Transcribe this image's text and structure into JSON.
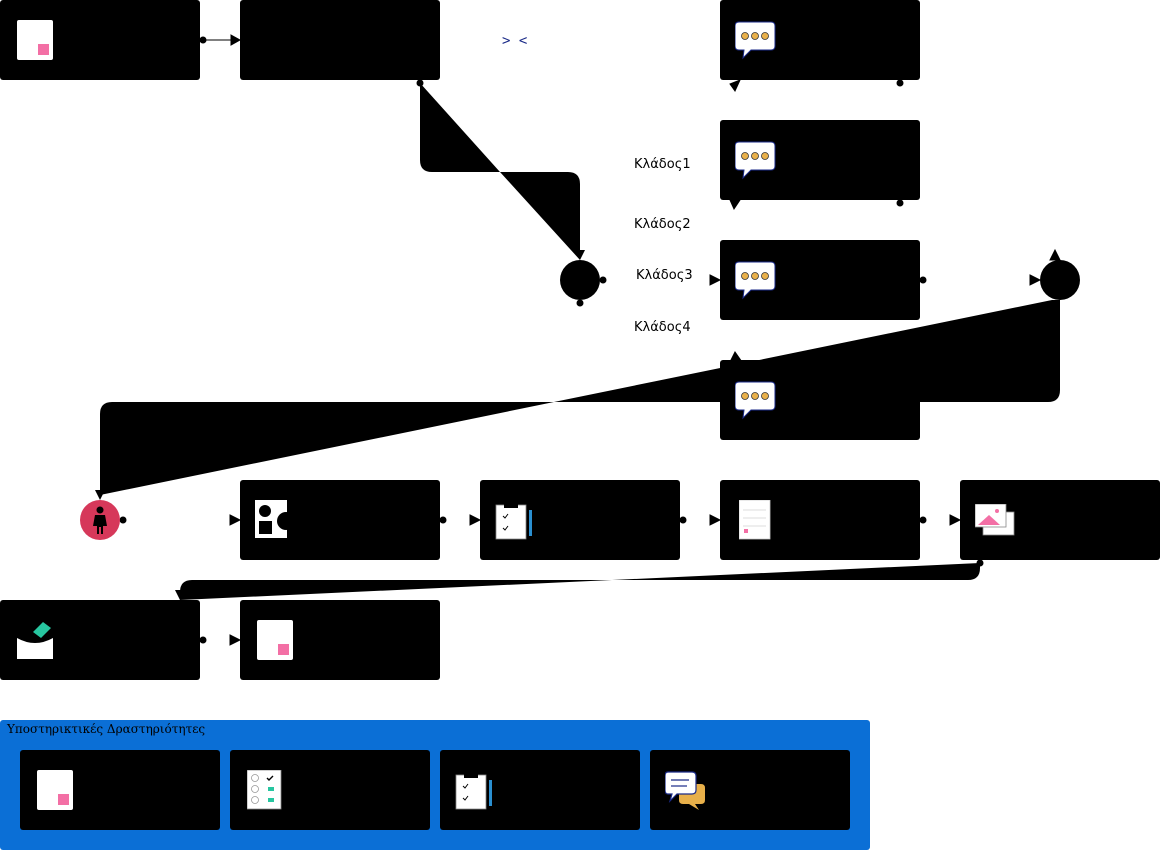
{
  "branches": [
    "Κλάδος1",
    "Κλάδος2",
    "Κλάδος3",
    "Κλάδος4"
  ],
  "support_panel": {
    "title": "Υποστηρικτικές Δραστηριότητες"
  },
  "colors": {
    "node_fill": "#000000",
    "panel_blue": "#0b6fd6",
    "start_red": "#d6385a",
    "accent_pink": "#f36fa5",
    "accent_green": "#27c6a0",
    "bubble_dots": "#e8b04a"
  },
  "icons": {
    "text-page": "text-page-icon",
    "code": "code-icon",
    "chat": "chat-bubble-icon",
    "shapes": "shapes-icon",
    "clipboard": "clipboard-checklist-icon",
    "document": "document-icon",
    "image-gallery": "image-gallery-icon",
    "drop-box": "drop-box-icon",
    "checklist": "checklist-icon",
    "forum": "forum-icon",
    "person": "person-icon"
  }
}
